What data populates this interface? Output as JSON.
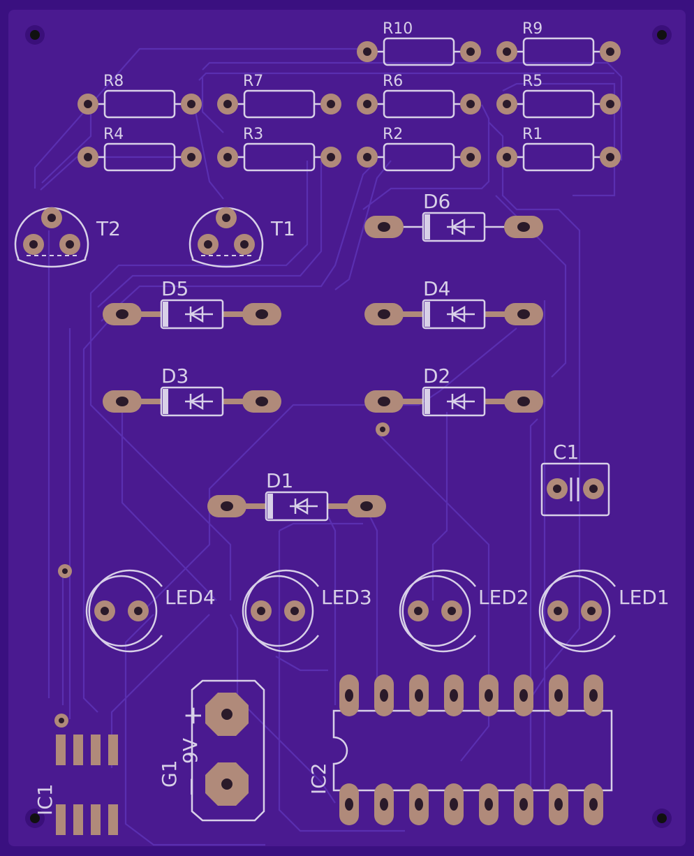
{
  "colors": {
    "board": "#4a1a90",
    "edge": "#3a1080",
    "silkscreen": "#d8d0e8",
    "pad": "#b08a7a",
    "trace": "#5a2fb0"
  },
  "labels": {
    "R10": "R10",
    "R9": "R9",
    "R8": "R8",
    "R7": "R7",
    "R6": "R6",
    "R5": "R5",
    "R4": "R4",
    "R3": "R3",
    "R2": "R2",
    "R1": "R1",
    "T1": "T1",
    "T2": "T2",
    "D1": "D1",
    "D2": "D2",
    "D3": "D3",
    "D4": "D4",
    "D5": "D5",
    "D6": "D6",
    "C1": "C1",
    "LED1": "LED1",
    "LED2": "LED2",
    "LED3": "LED3",
    "LED4": "LED4",
    "IC1": "IC1",
    "IC2": "IC2",
    "G1": "G1",
    "battery_voltage": "9V",
    "plus": "+",
    "minus": "−"
  }
}
